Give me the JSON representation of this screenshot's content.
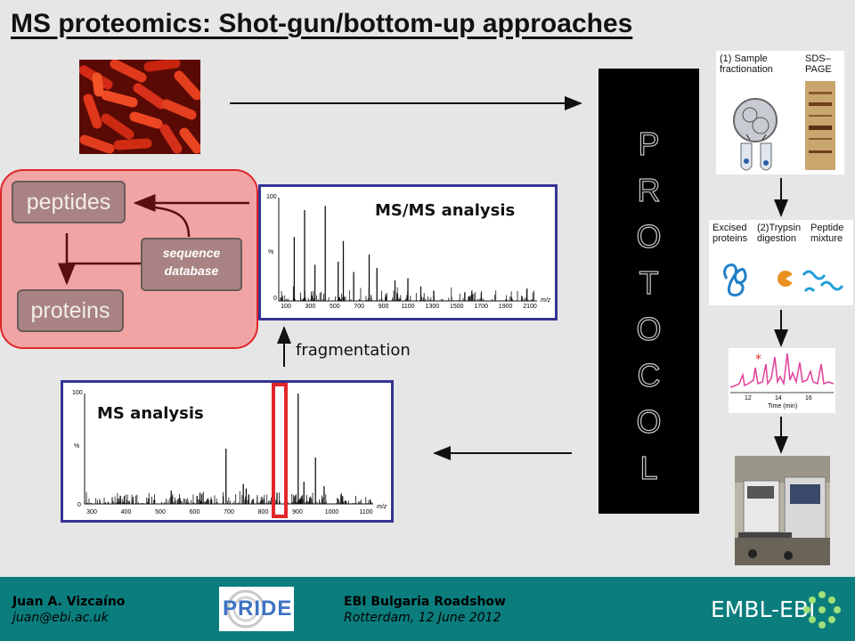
{
  "title": "MS proteomics: Shot-gun/bottom-up approaches",
  "db_panel": {
    "peptides": "peptides",
    "proteins": "proteins",
    "sequence_database": [
      "sequence",
      "database"
    ]
  },
  "msms_panel": {
    "title": "MS/MS analysis",
    "y_top": "100",
    "y_bottom": "0",
    "y_unit": "%",
    "x_unit": "m/z",
    "x_ticks": [
      "100",
      "300",
      "500",
      "700",
      "900",
      "1100",
      "1300",
      "1500",
      "1700",
      "1900",
      "2100"
    ]
  },
  "fragmentation": "fragmentation",
  "ms_panel": {
    "title": "MS analysis",
    "y_top": "100",
    "y_bottom": "0",
    "y_unit": "%",
    "x_unit": "m/z",
    "x_ticks": [
      "300",
      "400",
      "500",
      "600",
      "700",
      "800",
      "900",
      "1000",
      "1100"
    ]
  },
  "protocol": [
    "P",
    "R",
    "O",
    "T",
    "O",
    "C",
    "O",
    "L"
  ],
  "protocol_steps": {
    "step1": [
      "(1) Sample",
      "fractionation"
    ],
    "sds": [
      "SDS–",
      "PAGE"
    ],
    "excised": [
      "Excised",
      "proteins"
    ],
    "step2": [
      "(2)Trypsin",
      "digestion"
    ],
    "peptide": [
      "Peptide",
      "mixture"
    ],
    "time_ticks": [
      "12",
      "14",
      "16"
    ],
    "time_label": "Time (min)"
  },
  "footer": {
    "name": "Juan A. Vizcaíno",
    "email": "juan@ebi.ac.uk",
    "event": "EBI Bulgaria Roadshow",
    "place": "Rotterdam, 12 June 2012",
    "pride_logo": "PRIDE",
    "embl_logo": "EMBL-EBI"
  },
  "colors": {
    "footer": "#0b7d7d",
    "panel_border": "#343494",
    "db_panel": "#f0a4a4",
    "highlight": "#e0262a"
  }
}
